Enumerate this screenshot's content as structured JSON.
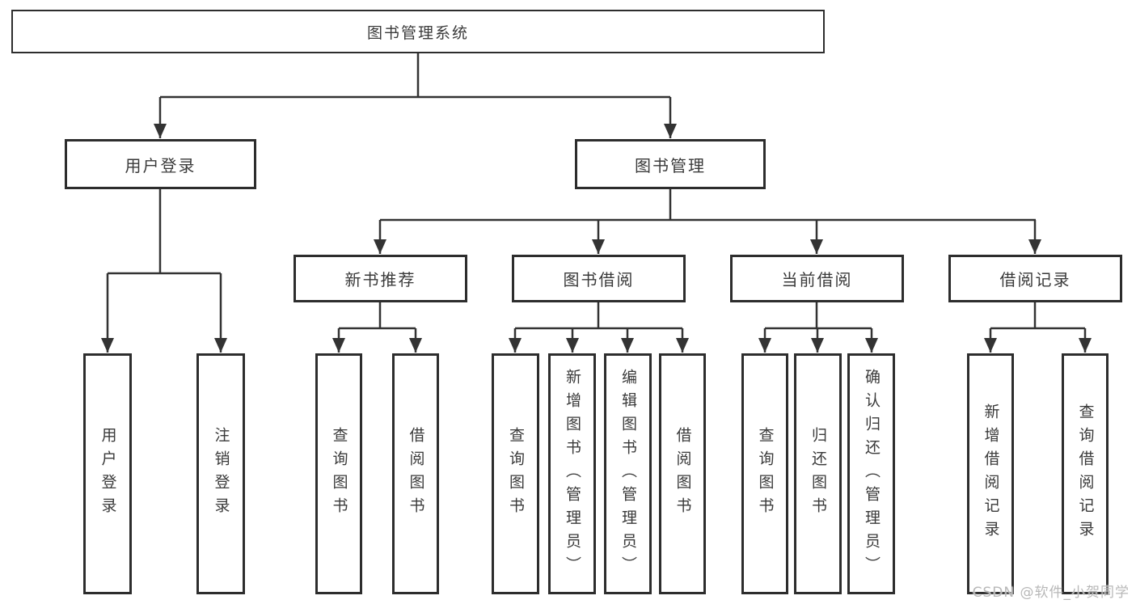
{
  "diagram": {
    "type": "hierarchy-tree",
    "orientation": "top-down",
    "colors": {
      "background": "#ffffff",
      "line": "#333333",
      "box_border": "#2d2d2d",
      "text": "#3a3a3a",
      "watermark_text": "#b8b8b8"
    }
  },
  "tree": {
    "label": "图书管理系统",
    "children": [
      {
        "label": "用户登录",
        "children": [
          {
            "label": "用户登录"
          },
          {
            "label": "注销登录"
          }
        ]
      },
      {
        "label": "图书管理",
        "children": [
          {
            "label": "新书推荐",
            "children": [
              {
                "label": "查询图书"
              },
              {
                "label": "借阅图书"
              }
            ]
          },
          {
            "label": "图书借阅",
            "children": [
              {
                "label": "查询图书"
              },
              {
                "label": "新增图书（管理员）"
              },
              {
                "label": "编辑图书（管理员）"
              },
              {
                "label": "借阅图书"
              }
            ]
          },
          {
            "label": "当前借阅",
            "children": [
              {
                "label": "查询图书"
              },
              {
                "label": "归还图书"
              },
              {
                "label": "确认归还（管理员）"
              }
            ]
          },
          {
            "label": "借阅记录",
            "children": [
              {
                "label": "新增借阅记录"
              },
              {
                "label": "查询借阅记录"
              }
            ]
          }
        ]
      }
    ]
  },
  "watermark": {
    "text": "CSDN @软件_小贺同学"
  }
}
